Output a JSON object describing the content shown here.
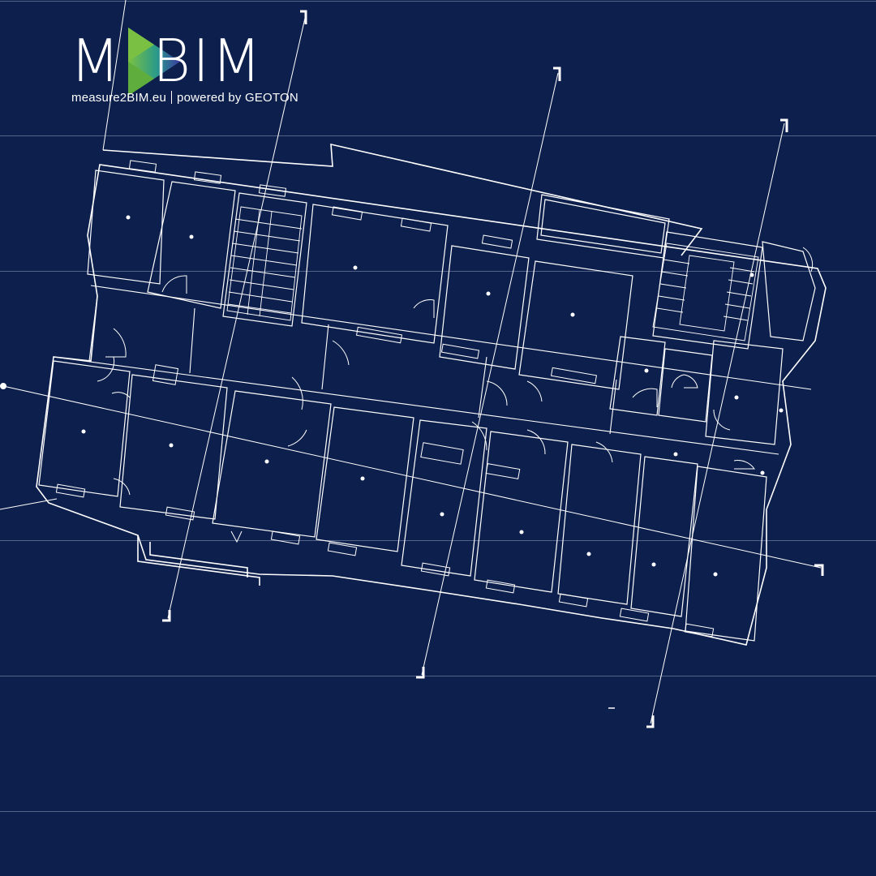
{
  "colors": {
    "background": "#0d1f4c",
    "linework": "#ffffff",
    "guide_lines": "#8e9bb8",
    "logo_green": "#7ac143",
    "logo_blue": "#2a56a8",
    "logo_violet": "#3a3ba0"
  },
  "logo": {
    "letter_m": "M",
    "letters_bim": "BIM",
    "mark_icon": "play-triangle-icon",
    "tagline_site": "measure2BIM.eu",
    "tagline_powered": "powered by GEOTON"
  }
}
